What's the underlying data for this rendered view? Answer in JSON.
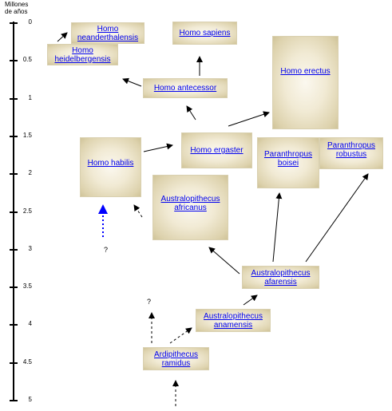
{
  "axis": {
    "title_line1": "Millones",
    "title_line2": "de años",
    "ticks": [
      "0",
      "0.5",
      "1",
      "1.5",
      "2",
      "2.5",
      "3",
      "3.5",
      "4",
      "4.5",
      "5"
    ]
  },
  "species": {
    "neanderthalensis": {
      "line1": "Homo",
      "line2": "neanderthalensis"
    },
    "heidelbergensis": {
      "line1": "Homo",
      "line2": "heidelbergensis"
    },
    "sapiens": {
      "line1": "Homo sapiens"
    },
    "erectus": {
      "line1": "Homo erectus"
    },
    "antecessor": {
      "line1": "Homo antecessor"
    },
    "ergaster": {
      "line1": "Homo ergaster"
    },
    "habilis": {
      "line1": "Homo habilis"
    },
    "africanus": {
      "line1": "Australopithecus",
      "line2": "africanus"
    },
    "boisei": {
      "line1": "Paranthropus",
      "line2": "boisei"
    },
    "robustus": {
      "line1": "Paranthropus",
      "line2": "robustus"
    },
    "afarensis": {
      "line1": "Australopithecus",
      "line2": "afarensis"
    },
    "anamensis": {
      "line1": "Australopithecus",
      "line2": "anamensis"
    },
    "ramidus": {
      "line1": "Ardipithecus",
      "line2": "ramidus"
    }
  },
  "unknown_markers": [
    "?",
    "?"
  ],
  "colors": {
    "link": "#0000ee",
    "highlight_arrow": "#0000ff",
    "box_edge": "#cfc398"
  }
}
